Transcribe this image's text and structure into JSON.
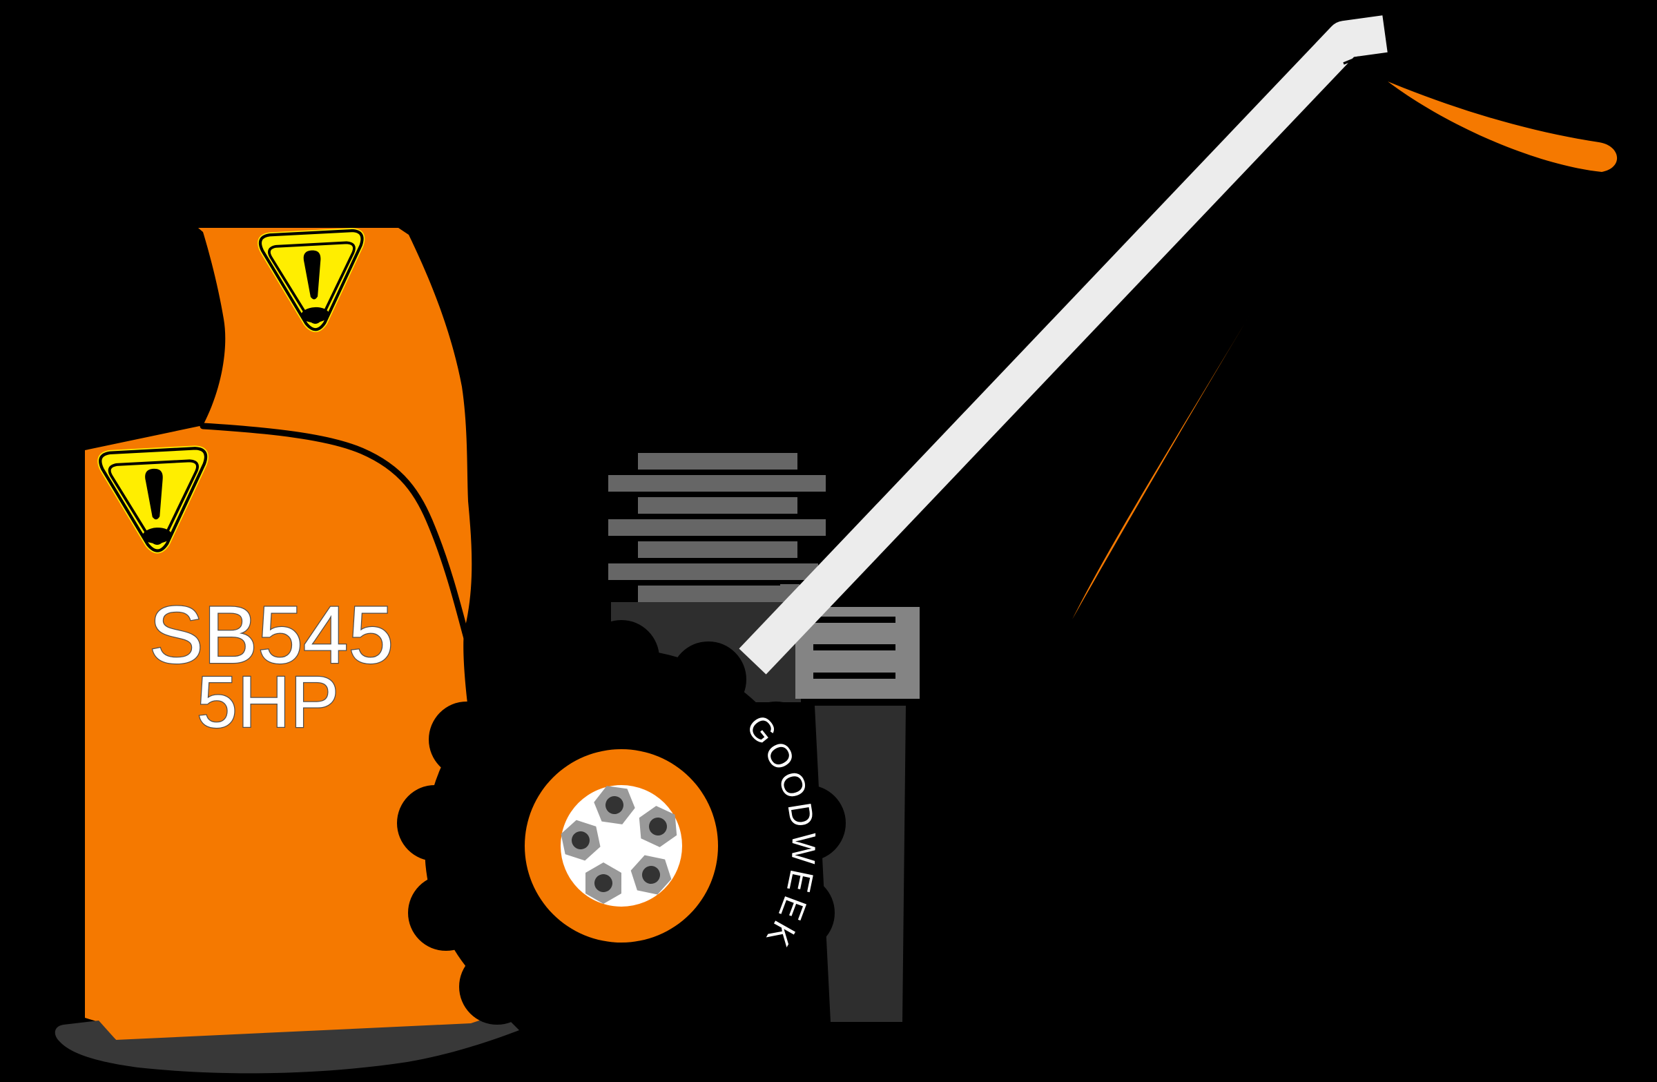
{
  "scene": {
    "title": "Snow blower clipart on black background",
    "background": "#000000",
    "labels": {
      "model": "SB545",
      "power": "5HP",
      "tire_brand": "GOODWEEK"
    },
    "warning_symbol": "!",
    "icons": [
      "warning-triangle-icon (chute)",
      "warning-triangle-icon (housing)"
    ],
    "colors": {
      "body_orange": "#f57900",
      "warning_yellow": "#ffee00",
      "fin_gray": "#666666",
      "panel_gray": "#848484",
      "engine_dark_gray": "#2e2e2e",
      "base_gray": "#383838",
      "handle_gray": "#ececec",
      "nut_gray": "#999999",
      "nut_center_gray": "#333333",
      "hub_white": "#ffffff",
      "label_white": "#ffffff",
      "outline_black": "#000000",
      "model_text_stroke": "#4d4d4d"
    }
  }
}
